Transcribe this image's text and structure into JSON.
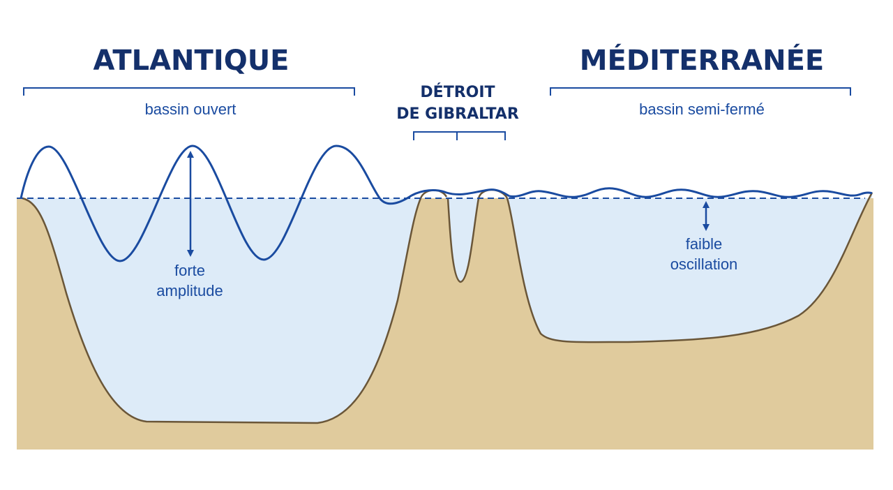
{
  "atlantic": {
    "title": "ATLANTIQUE",
    "subtitle": "bassin ouvert",
    "annotation_line1": "forte",
    "annotation_line2": "amplitude"
  },
  "strait": {
    "title_line1": "DÉTROIT",
    "title_line2": "DE GIBRALTAR"
  },
  "mediterranean": {
    "title": "MÉDITERRANÉE",
    "subtitle": "bassin semi-fermé",
    "annotation_line1": "faible",
    "annotation_line2": "oscillation"
  },
  "colors": {
    "ground": "#e0cb9d",
    "ground_outline": "#6a5638",
    "water": "#ddebf8",
    "wave": "#1a4ba0",
    "title_text": "#14306b",
    "label_text": "#1a4ba0"
  },
  "icons": {
    "atlantic_arrow": "double-arrow-vertical",
    "mediterranean_arrow": "double-arrow-vertical"
  }
}
